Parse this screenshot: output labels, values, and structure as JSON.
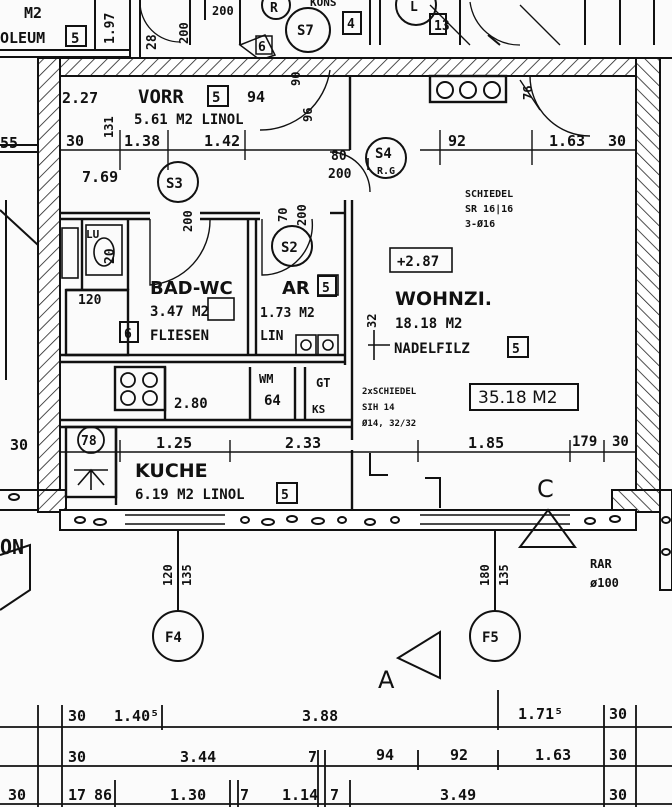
{
  "top_fragments": {
    "m2": "M2",
    "oleum": "OLEUM",
    "box5": "5",
    "v197": "1.97",
    "n28": "28",
    "n200": "200",
    "n200b": "200",
    "n6": "6",
    "s7": "S7",
    "n4": "4",
    "n13": "13",
    "r": "R",
    "l": "L",
    "kons": "KONS"
  },
  "rooms": {
    "vorr": {
      "name": "VORR",
      "num": "5",
      "area": "5.61 M2 LINOL"
    },
    "bad": {
      "name": "BAD-WC",
      "num": "6",
      "area": "3.47 M2",
      "floor": "FLIESEN"
    },
    "ar": {
      "name": "AR",
      "num": "5",
      "area": "1.73 M2",
      "floor": "LIN"
    },
    "wohn": {
      "name": "WOHNZI.",
      "num": "5",
      "area": "18.18 M2",
      "floor": "NADELFILZ",
      "level": "+2.87",
      "total": "35.18 M2"
    },
    "kuche": {
      "name": "KUCHE",
      "num": "5",
      "area": "6.19 M2 LINOL"
    }
  },
  "symbols": {
    "s3": "S3",
    "s2": "S2",
    "s4": "S4",
    "rg": "R.G",
    "lu": "LU",
    "n20": "20",
    "wm": "WM",
    "gt": "GT",
    "ks": "KS",
    "n64": "64",
    "n280": "2.80",
    "n120": "120",
    "n78": "78"
  },
  "chimney1": {
    "line1": "SCHIEDEL",
    "line2": "SR 16|16",
    "line3": "3-Ø16"
  },
  "chimney2": {
    "line1": "2xSCHIEDEL",
    "line2": "SIH 14",
    "line3": "Ø14, 32/32"
  },
  "inner_dims": {
    "d227": "2.27",
    "d94": "94",
    "d30a": "30",
    "d138": "1.38",
    "d142": "1.42",
    "d769": "7.69",
    "d55": "55",
    "d80": "80",
    "d200": "200",
    "d92": "92",
    "d163": "1.63",
    "d30b": "30",
    "d125": "1.25",
    "d233": "2.33",
    "d185": "1.85",
    "d179": "179",
    "d30c": "30",
    "d30d": "30",
    "d32": "32",
    "d131": "131",
    "d90": "90",
    "d200b": "200",
    "d70": "70",
    "d200c": "200",
    "d76": "76",
    "d96": "96"
  },
  "section_marks": {
    "a": "A",
    "c": "C",
    "rar": "RAR",
    "rar_d": "ø100"
  },
  "axes": {
    "f4": "F4",
    "f5": "F5",
    "f4_v1": "120",
    "f4_v2": "135",
    "f5_v1": "180",
    "f5_v2": "135"
  },
  "dim_row1": {
    "a": "30",
    "b": "1.40⁵",
    "c": "3.88",
    "d": "1.71⁵",
    "e": "30"
  },
  "dim_row2": {
    "a": "30",
    "b": "3.44",
    "c": "7",
    "d": "94",
    "e": "92",
    "f": "1.63",
    "g": "30"
  },
  "dim_row3": {
    "a": "30",
    "b": "17",
    "c": "86",
    "d": "1.30",
    "e": "7",
    "f": "1.14",
    "g": "7",
    "h": "3.49",
    "i": "30"
  }
}
